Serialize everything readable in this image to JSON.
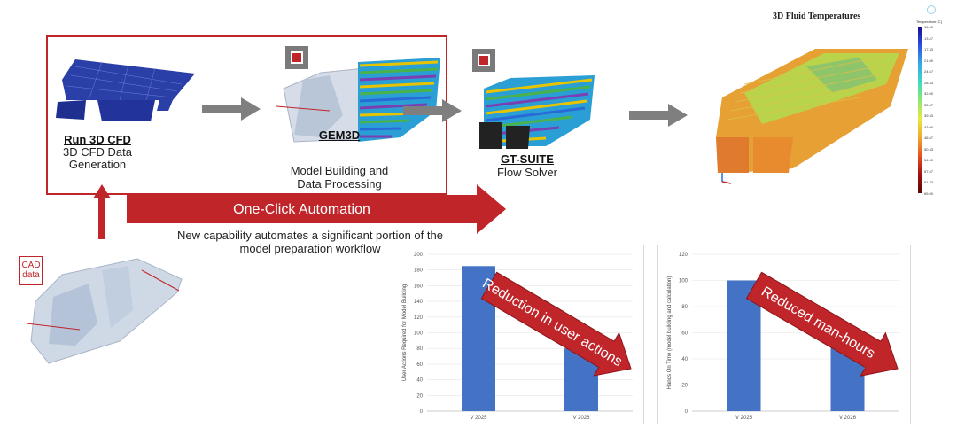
{
  "steps": [
    {
      "title": "Run 3D CFD",
      "sub1": "3D CFD Data",
      "sub2": "Generation"
    },
    {
      "title": "GEM3D",
      "sub1": "Model Building and",
      "sub2": "Data Processing"
    },
    {
      "title": "GT-SUITE",
      "sub1": "Flow Solver"
    }
  ],
  "automation": {
    "label": "One-Click Automation",
    "caption_line1": "New capability automates a significant portion of the",
    "caption_line2": "model preparation workflow"
  },
  "cad": {
    "line1": "CAD",
    "line2": "data"
  },
  "temperature_plot": {
    "title": "3D Fluid Temperatures",
    "legend_title": "Temperature [C]",
    "legend_ticks": [
      "10.00",
      "13.47",
      "17.33",
      "21.00",
      "24.67",
      "28.33",
      "32.00",
      "35.67",
      "39.33",
      "43.00",
      "46.67",
      "50.33",
      "54.00",
      "57.67",
      "61.33",
      "65.00"
    ]
  },
  "colors": {
    "accent_red": "#c0252a",
    "bar_blue": "#4472c4",
    "arrow_gray": "#7f7f7f"
  },
  "chart_data": [
    {
      "type": "bar",
      "categories": [
        "V 2025",
        "V 2026"
      ],
      "values": [
        185,
        80
      ],
      "ylabel": "User Actions Required for Model Building",
      "ylim": [
        0,
        200
      ],
      "yticks": [
        0,
        20,
        40,
        60,
        80,
        100,
        120,
        140,
        160,
        180,
        200
      ],
      "overlay": "Reduction in user actions"
    },
    {
      "type": "bar",
      "categories": [
        "V 2025",
        "V 2026"
      ],
      "values": [
        100,
        60
      ],
      "ylabel": "Hands On Time (model building and calculation)",
      "ylim": [
        0,
        120
      ],
      "yticks": [
        0,
        20,
        40,
        60,
        80,
        100,
        120
      ],
      "overlay": "Reduced man-hours"
    }
  ]
}
